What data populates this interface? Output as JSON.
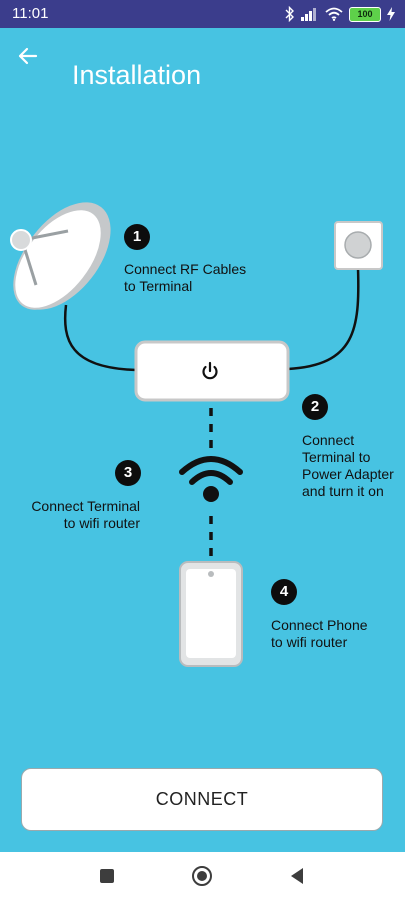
{
  "status_bar": {
    "time": "11:01",
    "battery": "100",
    "icons": [
      "bluetooth-icon",
      "signal-icon",
      "wifi-icon",
      "battery-icon",
      "charging-icon"
    ]
  },
  "app_bar": {
    "title": "Installation",
    "back_icon": "arrow-left-icon"
  },
  "steps": [
    {
      "number": "1",
      "text": "Connect RF Cables\nto Terminal"
    },
    {
      "number": "2",
      "text": "Connect\nTerminal to\nPower Adapter\nand turn it on"
    },
    {
      "number": "3",
      "text": "Connect Terminal\nto wifi router"
    },
    {
      "number": "4",
      "text": "Connect Phone\nto wifi router"
    }
  ],
  "connect_button": {
    "label": "CONNECT"
  },
  "nav_bar": {
    "icons": [
      "square-icon",
      "home-circle-icon",
      "back-triangle-icon"
    ]
  },
  "colors": {
    "background": "#47c3e2",
    "status_bar": "#3b3d8c",
    "badge": "#0d0d0d",
    "device_fill": "#ffffff",
    "device_border": "#c8c8c8"
  }
}
